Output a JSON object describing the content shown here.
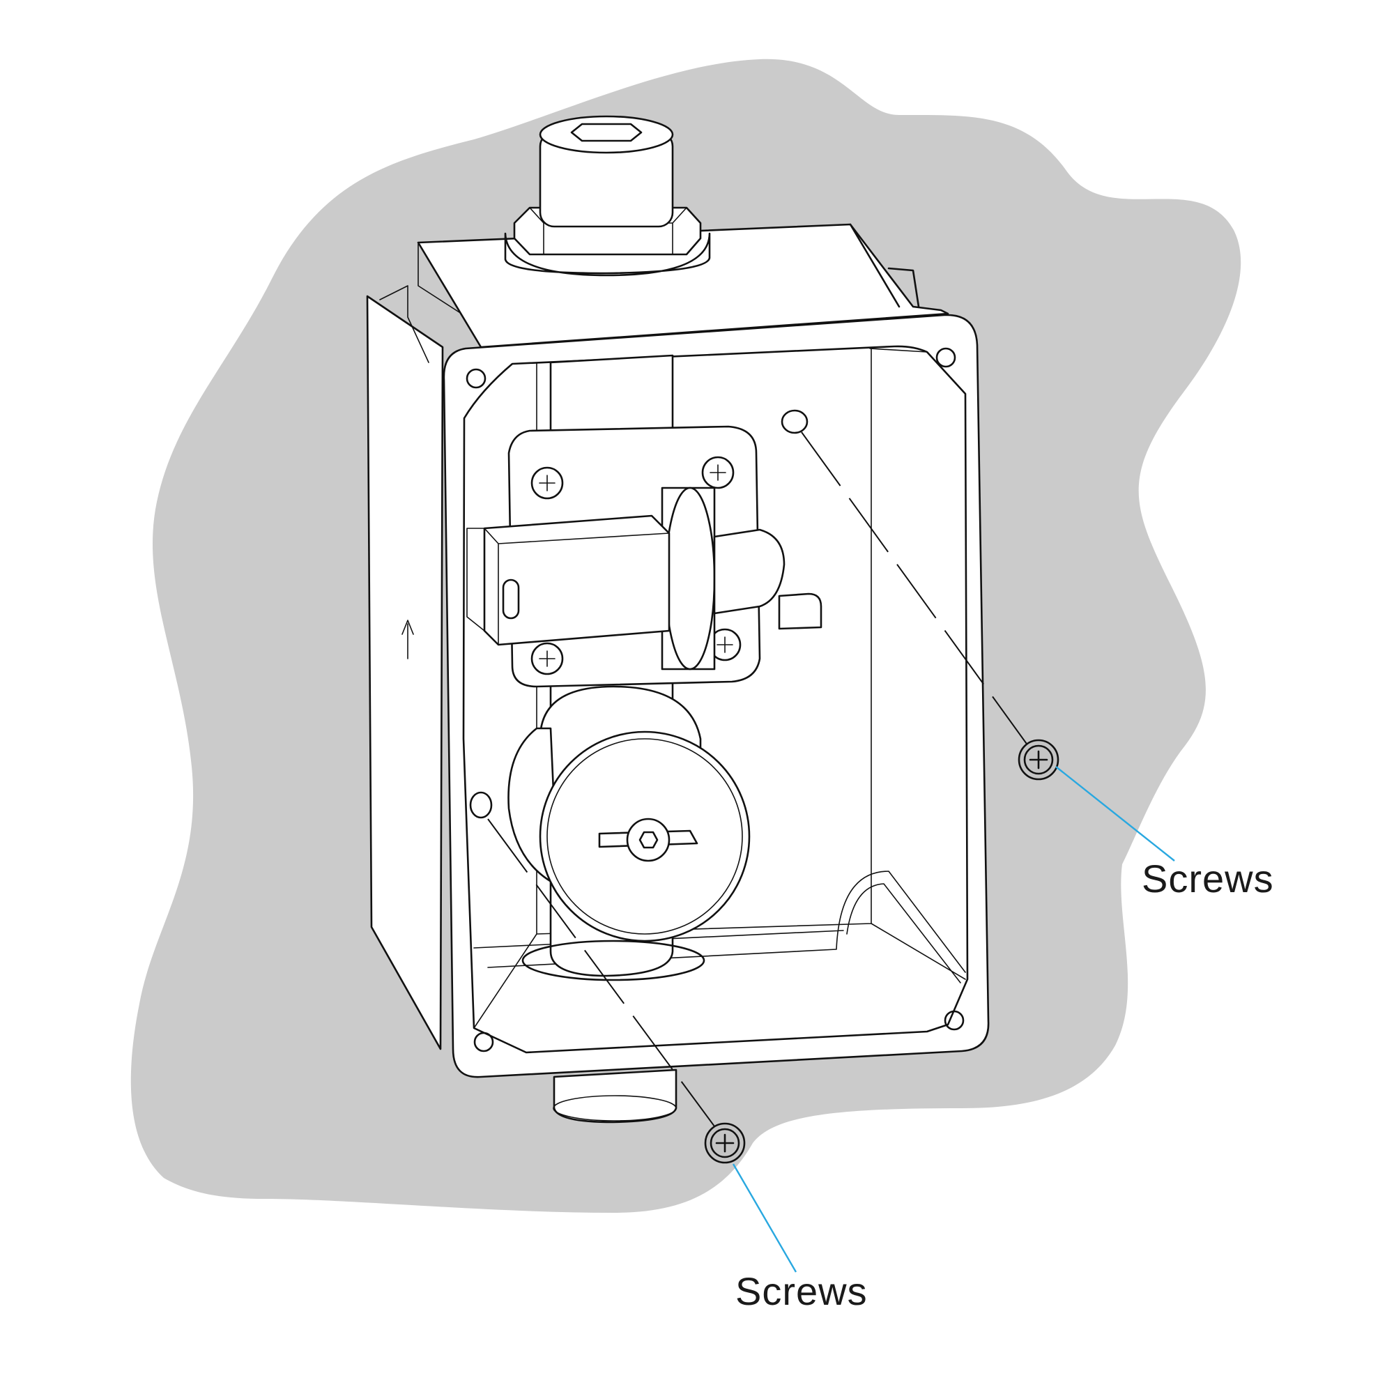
{
  "colors": {
    "background": "#ffffff",
    "wall": "#cbcbcb",
    "line": "#111111",
    "leader": "#29a8e0",
    "screw_fill": "#c4c4c4"
  },
  "callouts": [
    {
      "id": "right",
      "label": "Screws"
    },
    {
      "id": "bottom",
      "label": "Screws"
    }
  ]
}
